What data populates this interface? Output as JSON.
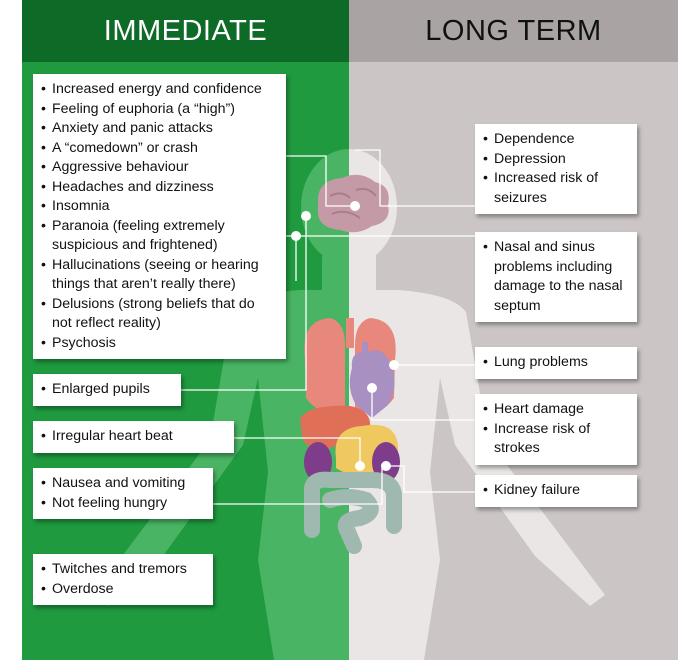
{
  "immediate": {
    "heading": "IMMEDIATE",
    "boxes": [
      {
        "items": [
          "Increased energy and confidence",
          "Feeling of euphoria (a “high”)",
          "Anxiety and panic attacks",
          "A “comedown” or crash",
          "Aggressive behaviour",
          "Headaches and dizziness",
          "Insomnia",
          "Paranoia (feeling extremely suspicious and frightened)",
          "Hallucinations (seeing or hearing things that aren’t really there)",
          "Delusions (strong beliefs that do not reflect reality)",
          "Psychosis"
        ]
      },
      {
        "items": [
          "Enlarged pupils"
        ]
      },
      {
        "items": [
          "Irregular heart beat"
        ]
      },
      {
        "items": [
          "Nausea and vomiting",
          "Not feeling hungry"
        ]
      },
      {
        "items": [
          "Twitches and tremors",
          "Overdose"
        ]
      }
    ]
  },
  "long_term": {
    "heading": "LONG TERM",
    "boxes": [
      {
        "items": [
          "Dependence",
          "Depression",
          "Increased risk of seizures"
        ]
      },
      {
        "items": [
          "Nasal and sinus problems including damage to the nasal septum"
        ]
      },
      {
        "items": [
          "Lung problems"
        ]
      },
      {
        "items": [
          "Heart damage",
          "Increase risk of strokes"
        ]
      },
      {
        "items": [
          "Kidney failure"
        ]
      }
    ]
  },
  "colors": {
    "immediate_panel": "#1f9a3f",
    "immediate_header": "#0e6b27",
    "long_term_panel": "#cbc6c5",
    "long_term_header": "#a9a4a3",
    "body_left": "#49b463",
    "body_right": "#e9e6e5",
    "brain": "#c49aa6",
    "lungs": "#e8877c",
    "heart": "#a990c2",
    "liver": "#e06f58",
    "stomach": "#f0c860",
    "kidneys": "#7f3c8a",
    "intestines": "#9fb8b0"
  }
}
